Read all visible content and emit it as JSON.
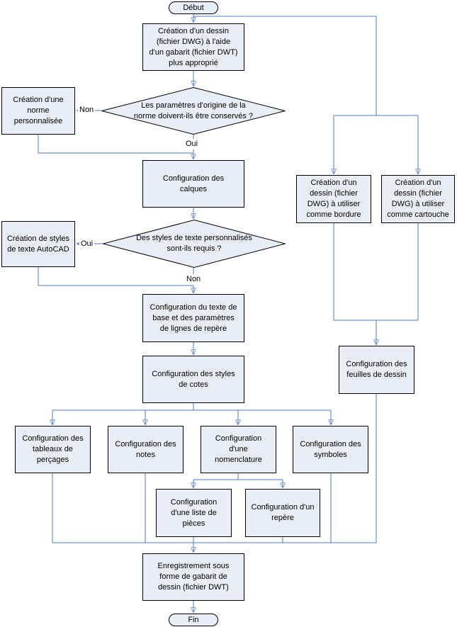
{
  "colors": {
    "connector_line": "#4e7bbf",
    "node_fill": "#e9edf5",
    "node_border": "#000000",
    "text": "#000000",
    "background": "#ffffff"
  },
  "nodes": {
    "start": {
      "type": "terminator",
      "label": "Début"
    },
    "create_drawing": {
      "type": "process",
      "label": "Création d'un dessin\n(fichier DWG) à l'aide\nd'un gabarit (fichier DWT)\nplus approprié"
    },
    "decision_norm": {
      "type": "decision",
      "label": "Les paramètres d'origine de la\nnorme doivent-ils être conservés ?"
    },
    "create_custom_norm": {
      "type": "process",
      "label": "Création d'une\nnorme\npersonnalisée"
    },
    "config_layers": {
      "type": "process",
      "label": "Configuration des\ncalques"
    },
    "decision_text_styles": {
      "type": "decision",
      "label": "Des styles de texte personnalisés\nsont-ils requis ?"
    },
    "create_text_styles": {
      "type": "process",
      "label": "Création de styles\nde texte AutoCAD"
    },
    "config_base_text": {
      "type": "process",
      "label": "Configuration du texte de\nbase et des paramètres\nde lignes de repère"
    },
    "config_dim_styles": {
      "type": "process",
      "label": "Configuration des styles\nde cotes"
    },
    "create_border_drawing": {
      "type": "process",
      "label": "Création d'un\ndessin (fichier\nDWG) à utiliser\ncomme bordure"
    },
    "create_titleblock_drawing": {
      "type": "process",
      "label": "Création d'un\ndessin (fichier\nDWG) à utiliser\ncomme cartouche"
    },
    "config_sheets": {
      "type": "process",
      "label": "Configuration des\nfeuilles de dessin"
    },
    "config_hole_tables": {
      "type": "process",
      "label": "Configuration des\ntableaux de\nperçages"
    },
    "config_notes": {
      "type": "process",
      "label": "Configuration des\nnotes"
    },
    "config_nomenclature": {
      "type": "process",
      "label": "Configuration\nd'une\nnomenclature"
    },
    "config_symbols": {
      "type": "process",
      "label": "Configuration des\nsymboles"
    },
    "config_parts_list": {
      "type": "process",
      "label": "Configuration\nd'une liste de\npièces"
    },
    "config_balloon": {
      "type": "process",
      "label": "Configuration d'un\nrepère"
    },
    "save_template": {
      "type": "process",
      "label": "Enregistrement sous\nforme de gabarit de\ndessin (fichier DWT)"
    },
    "end": {
      "type": "terminator",
      "label": "Fin"
    }
  },
  "edge_labels": {
    "decision_norm_no": "Non",
    "decision_norm_yes": "Oui",
    "decision_text_styles_yes": "Oui",
    "decision_text_styles_no": "Non"
  }
}
